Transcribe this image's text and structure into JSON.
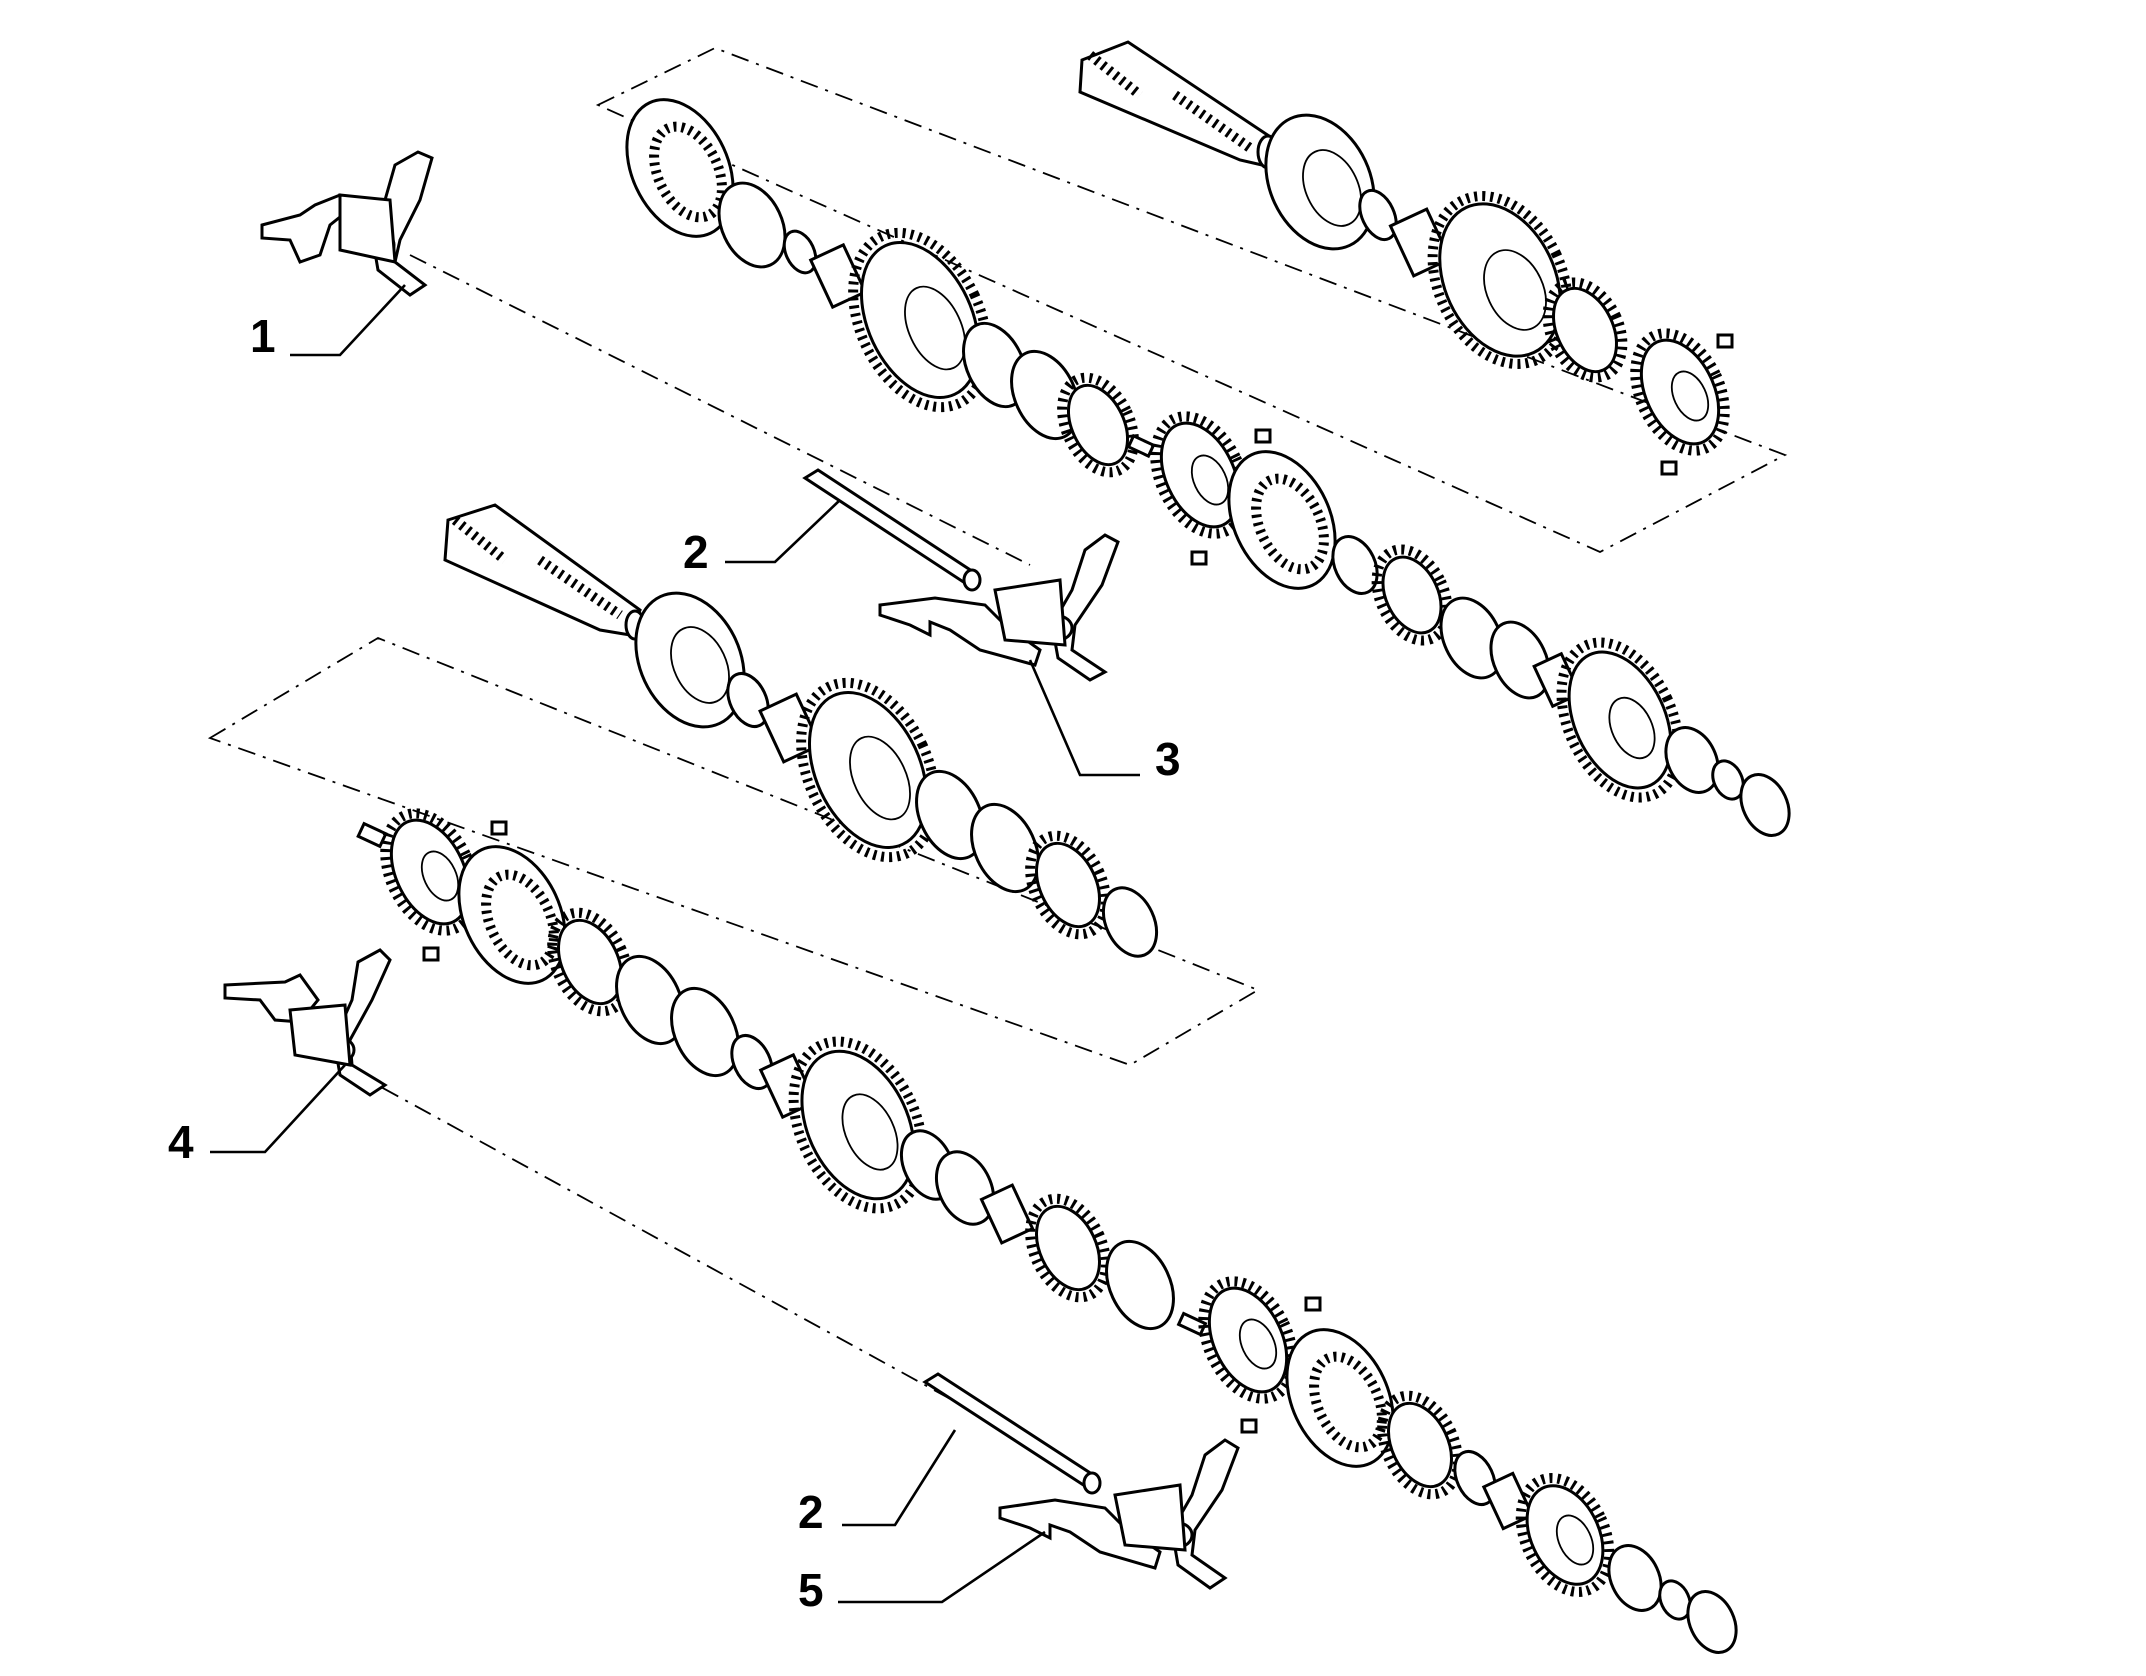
{
  "callouts": [
    {
      "id": "1",
      "label": "1"
    },
    {
      "id": "2a",
      "label": "2"
    },
    {
      "id": "3",
      "label": "3"
    },
    {
      "id": "4",
      "label": "4"
    },
    {
      "id": "2b",
      "label": "2"
    },
    {
      "id": "5",
      "label": "5"
    }
  ],
  "colors": {
    "line": "#000000",
    "background": "#ffffff"
  },
  "icons": [
    "shift-fork-icon",
    "shift-rail-icon",
    "gear-icon",
    "synchro-ring-icon",
    "needle-bearing-icon",
    "shaft-icon",
    "snap-ring-icon"
  ]
}
